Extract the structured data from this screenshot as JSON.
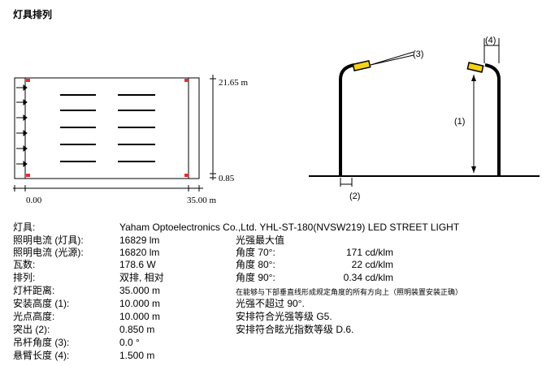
{
  "header": {
    "title": "灯具排列"
  },
  "plan": {
    "dim_top": "21.65 m",
    "dim_bottom": "0.85",
    "x_start": "0.00",
    "x_end": "35.00 m"
  },
  "side_view": {
    "label_1": "(1)",
    "label_2": "(2)",
    "label_3": "(3)",
    "label_4": "(4)"
  },
  "specs": {
    "luminaire_label": "灯具:",
    "luminaire_value": "Yaham Optoelectronics Co.,Ltd. YHL-ST-180(NVSW219) LED STREET LIGHT",
    "flux_lamp_label": "照明电流 (灯具):",
    "flux_lamp_value": "16829 lm",
    "flux_source_label": "照明电流 (光源):",
    "flux_source_value": "16820 lm",
    "power_label": "瓦数:",
    "power_value": "178.6 W",
    "arrangement_label": "排列:",
    "arrangement_value": "双排, 相对",
    "pole_distance_label": "灯杆距离:",
    "pole_distance_value": "35.000 m",
    "mount_height_label": "安装高度 (1):",
    "mount_height_value": "10.000 m",
    "light_point_label": "光点高度:",
    "light_point_value": "10.000 m",
    "overhang_label": "突出 (2):",
    "overhang_value": "0.850 m",
    "tilt_label": "吊杆角度 (3):",
    "tilt_value": "0.0 °",
    "arm_length_label": "悬臂长度 (4):",
    "arm_length_value": "1.500 m"
  },
  "intensity": {
    "heading": "光强最大值",
    "rows": [
      {
        "label": "角度 70°:",
        "value": "171 cd/klm"
      },
      {
        "label": "角度 80°:",
        "value": "22 cd/klm"
      },
      {
        "label": "角度 90°:",
        "value": "0.34 cd/klm"
      }
    ],
    "note": "在能够与下部垂直线形成规定角度的所有方向上（照明装置安装正确）",
    "line1": "光强不超过 90°.",
    "line2": "安排符合光强等级 G5.",
    "line3": "安排符合眩光指数等级 D.6."
  }
}
